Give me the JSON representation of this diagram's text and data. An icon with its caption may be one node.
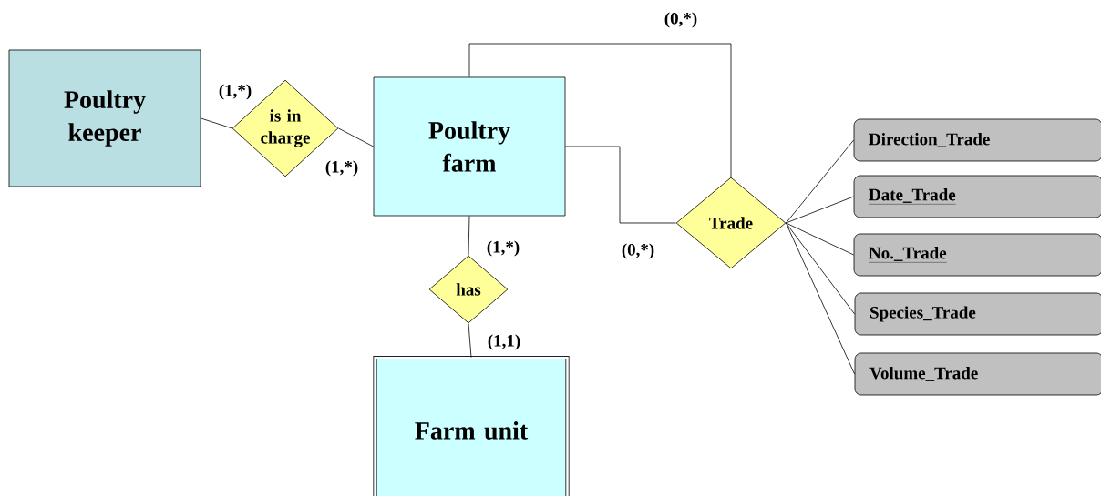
{
  "diagram": {
    "nodes": [
      {
        "text": [
          "Poultry keeper"
        ]
      },
      {
        "text": [
          "is in charge"
        ]
      },
      {
        "text": [
          "Poultry farm"
        ]
      },
      {
        "text": [
          "has"
        ]
      },
      {
        "text": [
          "Farm unit"
        ]
      },
      {
        "text": [
          "Trade"
        ]
      },
      {
        "text": [
          "Direction_Trade"
        ]
      },
      {
        "text": [
          "Date_Trade"
        ]
      },
      {
        "text": [
          "No._Trade"
        ]
      },
      {
        "text": [
          "Species_Trade"
        ]
      },
      {
        "text": [
          "Volume_Trade"
        ]
      }
    ],
    "edges": [
      {
        "from": 0,
        "to": 1,
        "arrow": "none",
        "label": "(1,*)"
      },
      {
        "from": 1,
        "to": 2,
        "arrow": "none",
        "label": "(1,*)"
      },
      {
        "from": 2,
        "to": 3,
        "arrow": "none",
        "label": "(1,*)"
      },
      {
        "from": 3,
        "to": 4,
        "arrow": "none",
        "label": "(1,1)"
      },
      {
        "from": 2,
        "to": 5,
        "arrow": "none",
        "label": "(0,*)"
      },
      {
        "from": 2,
        "to": 5,
        "arrow": "none",
        "label": "(0,*)"
      },
      {
        "from": 5,
        "to": 6,
        "arrow": "none"
      },
      {
        "from": 5,
        "to": 7,
        "arrow": "none"
      },
      {
        "from": 5,
        "to": 8,
        "arrow": "none"
      },
      {
        "from": 5,
        "to": 9,
        "arrow": "none"
      },
      {
        "from": 5,
        "to": 10,
        "arrow": "none"
      }
    ]
  }
}
